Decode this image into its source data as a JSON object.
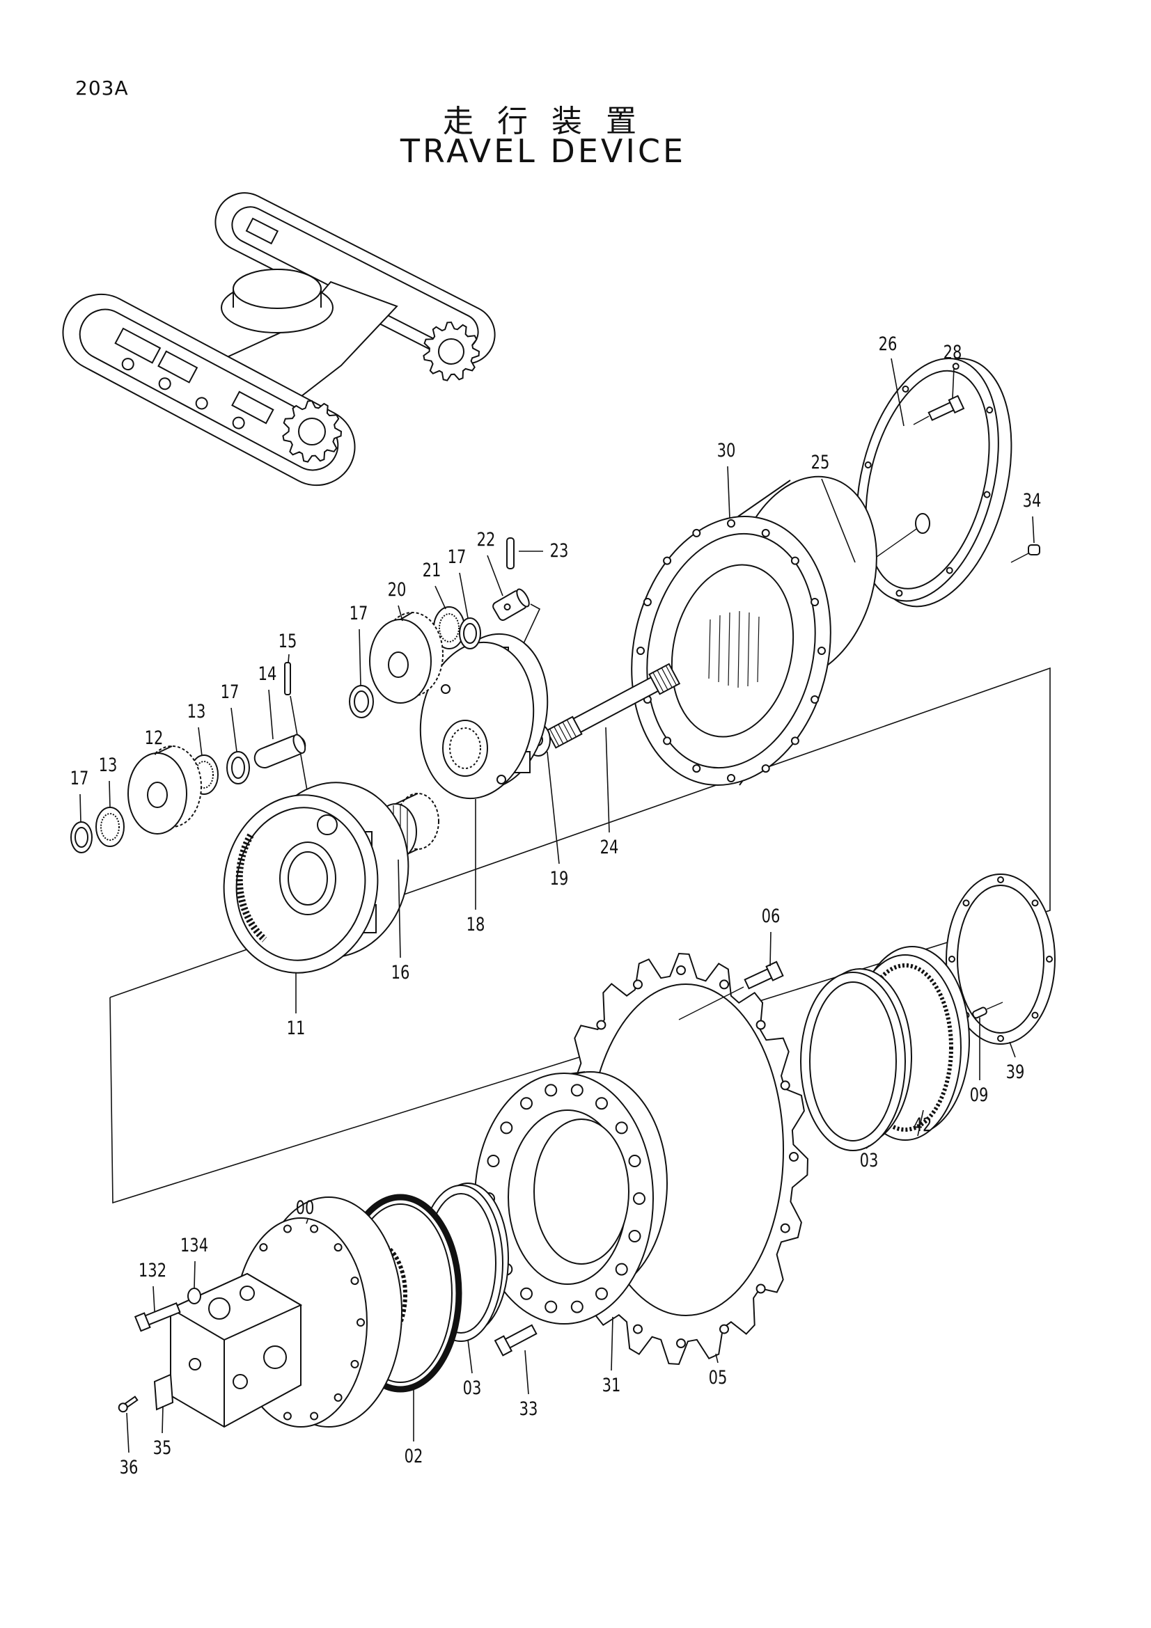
{
  "page_code": "203A",
  "title_jp": "走 行 装 置",
  "title_en": "TRAVEL DEVICE",
  "callouts": [
    "26",
    "28",
    "30",
    "25",
    "34",
    "22",
    "23",
    "21",
    "17",
    "20",
    "17",
    "15",
    "14",
    "17",
    "13",
    "12",
    "13",
    "17",
    "24",
    "19",
    "18",
    "16",
    "11",
    "06",
    "09",
    "39",
    "42",
    "03",
    "00",
    "134",
    "132",
    "03",
    "31",
    "05",
    "33",
    "35",
    "02",
    "36"
  ]
}
